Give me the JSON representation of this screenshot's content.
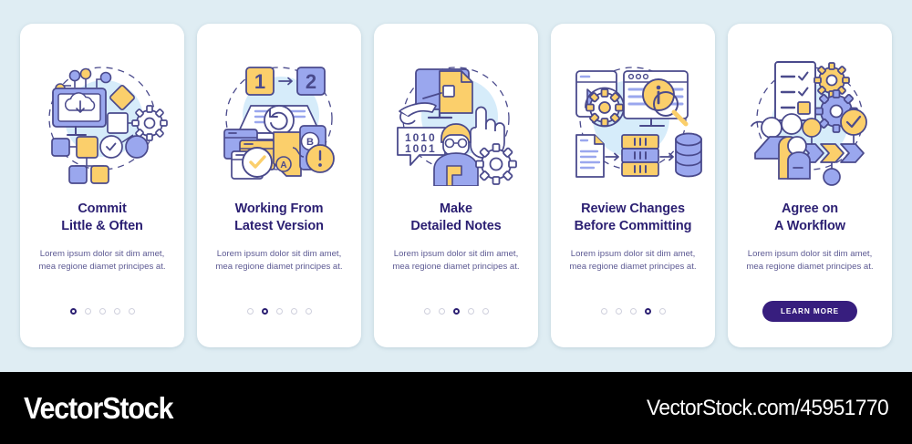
{
  "background_color": "#dfedf3",
  "accent_color": "#2b1f72",
  "illustration_colors": {
    "periwinkle": "#9aa7ee",
    "yellow": "#fbcf6b",
    "outline": "#4a4a8c",
    "pale_blue": "#d6ecfa",
    "white": "#ffffff"
  },
  "screens": [
    {
      "illustration": "cloud-download-workflow-illustration",
      "title_line1": "Commit",
      "title_line2": "Little & Often",
      "body": "Lorem ipsum dolor sit dim amet, mea regione diamet principes at.",
      "active_dot": 0,
      "dot_count": 5,
      "has_cta": false
    },
    {
      "illustration": "version-update-illustration",
      "title_line1": "Working From",
      "title_line2": "Latest Version",
      "body": "Lorem ipsum dolor sit dim amet, mea regione diamet principes at.",
      "active_dot": 1,
      "dot_count": 5,
      "has_cta": false
    },
    {
      "illustration": "developer-notes-illustration",
      "title_line1": "Make",
      "title_line2": "Detailed Notes",
      "body": "Lorem ipsum dolor sit dim amet, mea regione diamet principes at.",
      "active_dot": 2,
      "dot_count": 5,
      "has_cta": false
    },
    {
      "illustration": "review-changes-database-illustration",
      "title_line1": "Review Changes",
      "title_line2": "Before Committing",
      "body": "Lorem ipsum dolor sit dim amet, mea regione diamet principes at.",
      "active_dot": 3,
      "dot_count": 5,
      "has_cta": false
    },
    {
      "illustration": "workflow-agreement-illustration",
      "title_line1": "Agree on",
      "title_line2": "A Workflow",
      "body": "Lorem ipsum dolor sit dim amet, mea regione diamet principes at.",
      "active_dot": 4,
      "dot_count": 5,
      "has_cta": true,
      "cta_label": "LEARN MORE"
    }
  ],
  "footer": {
    "logo": "VectorStock",
    "url": "VectorStock.com/45951770",
    "background_color": "#000000",
    "text_color": "#ffffff"
  },
  "illustration_text": {
    "screen2_step_from": "1",
    "screen2_step_to": "2",
    "screen2_label_a": "A",
    "screen2_label_b": "B",
    "screen3_binary_line1": "1010",
    "screen3_binary_line2": "1001",
    "screen4_info": "i"
  }
}
